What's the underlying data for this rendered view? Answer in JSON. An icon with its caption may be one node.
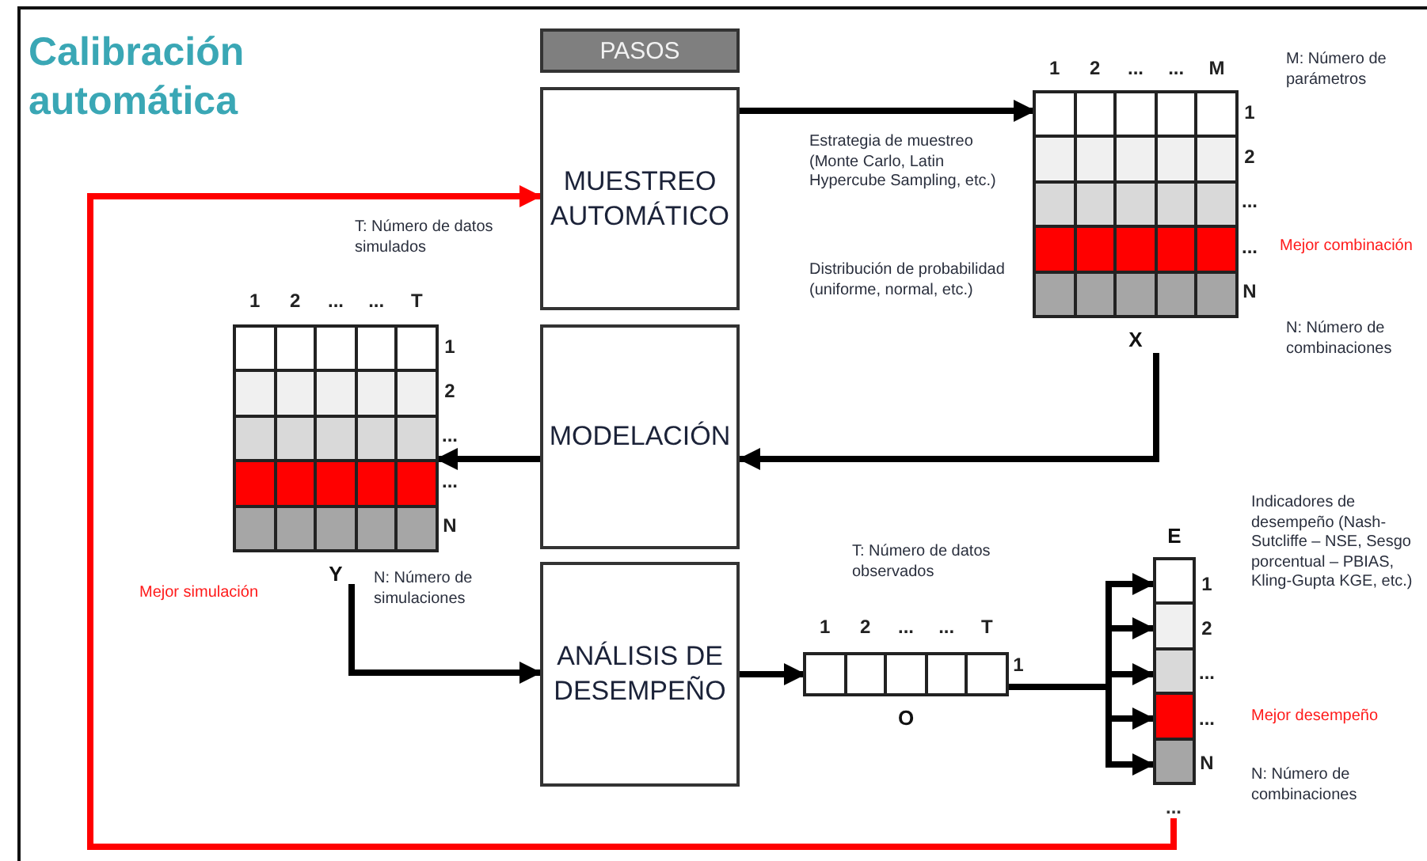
{
  "diagram": {
    "title": "Calibración automática",
    "nodes": [
      {
        "text": [
          "PASOS"
        ]
      },
      {
        "text": [
          "MUESTREO AUTOMÁTICO"
        ]
      },
      {
        "text": [
          "MODELACIÓN"
        ]
      },
      {
        "text": [
          "ANÁLISIS DE DESEMPEÑO"
        ]
      },
      {
        "text": [
          "X"
        ]
      },
      {
        "text": [
          "Y"
        ]
      },
      {
        "text": [
          "O"
        ]
      },
      {
        "text": [
          "E"
        ]
      },
      {
        "text": [
          "..."
        ]
      }
    ],
    "edges": [
      {
        "from": 1,
        "to": 4,
        "arrow": "to"
      },
      {
        "from": 4,
        "to": 2,
        "arrow": "to"
      },
      {
        "from": 2,
        "to": 5,
        "arrow": "to"
      },
      {
        "from": 5,
        "to": 3,
        "arrow": "to"
      },
      {
        "from": 3,
        "to": 6,
        "arrow": "to"
      },
      {
        "from": 6,
        "to": 7,
        "arrow": "to"
      },
      {
        "from": 6,
        "to": 7,
        "arrow": "to"
      },
      {
        "from": 6,
        "to": 7,
        "arrow": "to"
      },
      {
        "from": 6,
        "to": 7,
        "arrow": "to"
      },
      {
        "from": 6,
        "to": 7,
        "arrow": "to"
      },
      {
        "from": 8,
        "to": 1,
        "arrow": "to",
        "color": "#ff0000"
      }
    ],
    "labels": [
      "T: Número de datos simulados",
      "1",
      "2",
      "...",
      "...",
      "T",
      "1",
      "2",
      "...",
      "...",
      "N",
      "Mejor simulación",
      "N: Número de simulaciones",
      "1",
      "2",
      "...",
      "...",
      "M",
      "1",
      "2",
      "...",
      "...",
      "N",
      "M: Número de parámetros",
      "Mejor combinación",
      "N: Número de combinaciones",
      "Estrategia de muestreo (Monte Carlo, Latin Hypercube Sampling, etc.)",
      "Distribución de probabilidad (uniforme, normal, etc.)",
      "T: Número de datos observados",
      "1",
      "2",
      "...",
      "...",
      "T",
      "1",
      "1",
      "2",
      "...",
      "...",
      "N",
      "Indicadores de desempeño (Nash-Sutcliffe – NSE, Sesgo porcentual – PBIAS, Kling-Gupta KGE, etc.)",
      "Mejor desempeño",
      "N: Número de combinaciones"
    ]
  }
}
